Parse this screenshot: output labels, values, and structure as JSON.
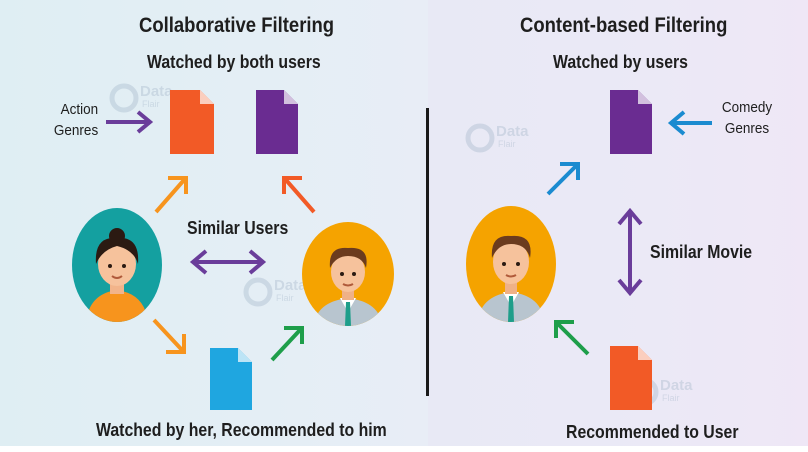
{
  "collaborative": {
    "title": "Collaborative Filtering",
    "watched_both": "Watched by both users",
    "genres_line1": "Action",
    "genres_line2": "Genres",
    "similar_users": "Similar Users",
    "bottom_caption": "Watched by her, Recommended to him"
  },
  "content_based": {
    "title": "Content-based Filtering",
    "watched": "Watched by users",
    "genres_line1": "Comedy",
    "genres_line2": "Genres",
    "similar_movie": "Similar Movie",
    "bottom_caption": "Recommended to User"
  },
  "watermark": {
    "line1": "Data",
    "line2": "Flair"
  },
  "colors": {
    "orange_doc": "#f25a26",
    "purple_doc": "#6a2c91",
    "blue_doc": "#1fa6e0",
    "purple_arrow": "#6a3d9a",
    "orange_arrow": "#f7941d",
    "green_arrow": "#1e9e4a",
    "blue_arrow": "#1b8bd0",
    "female_circle": "#14a0a0",
    "male_circle": "#f5a300"
  }
}
